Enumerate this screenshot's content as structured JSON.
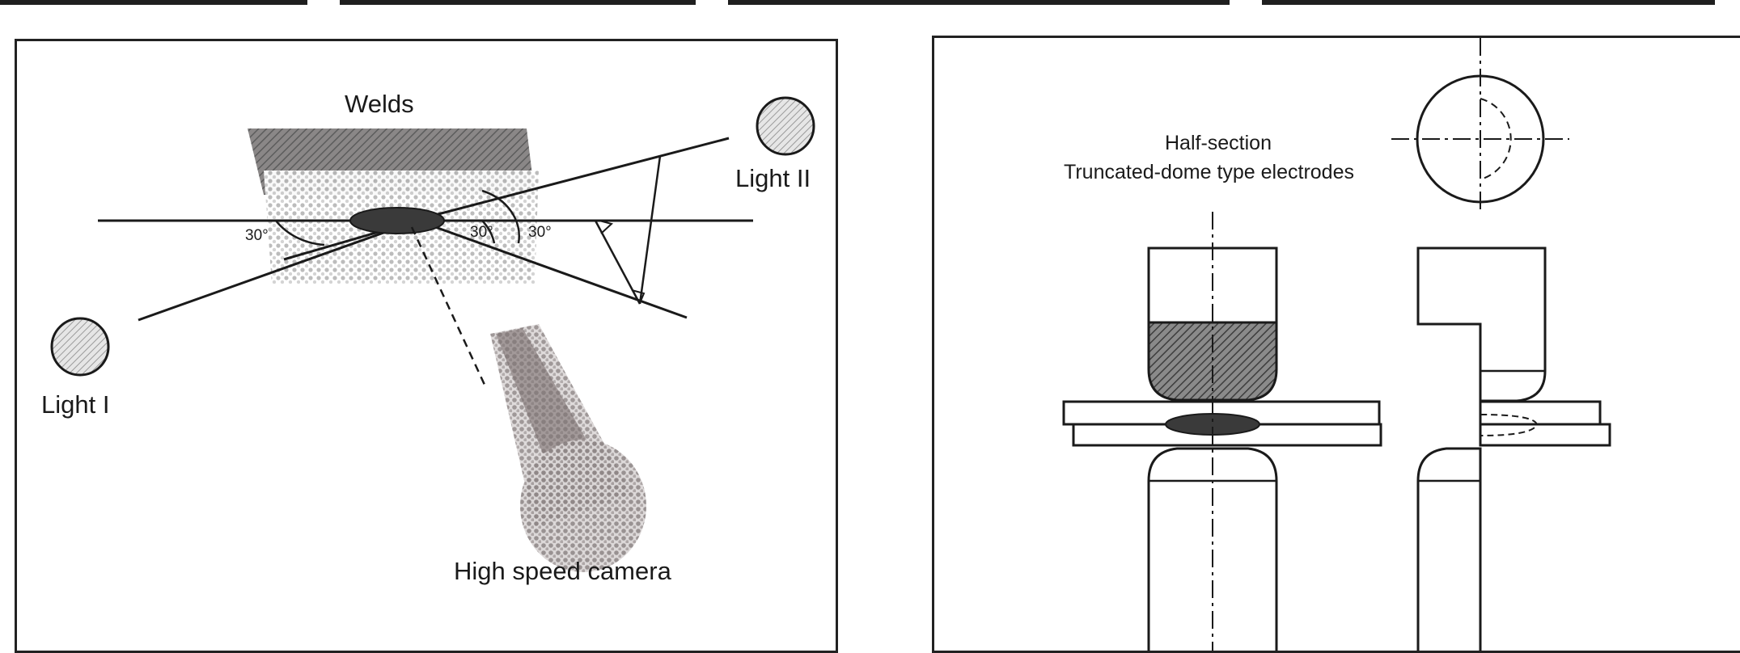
{
  "colors": {
    "ink": "#1a1a1a",
    "hatch": "#5a5a5a",
    "weld_nugget": "#3a3a3a",
    "camera_tint": "#9a8f8f"
  },
  "left_panel": {
    "welds_label": "Welds",
    "light_one_label": "Light I",
    "light_two_label": "Light II",
    "camera_label": "High speed camera",
    "angle_labels": [
      "30°",
      "30°",
      "30°"
    ]
  },
  "right_panel": {
    "title_line1": "Half-section",
    "title_line2": "Truncated-dome type electrodes"
  },
  "icons": [
    "light-source-icon",
    "high-speed-camera-icon",
    "electrode-icon"
  ]
}
